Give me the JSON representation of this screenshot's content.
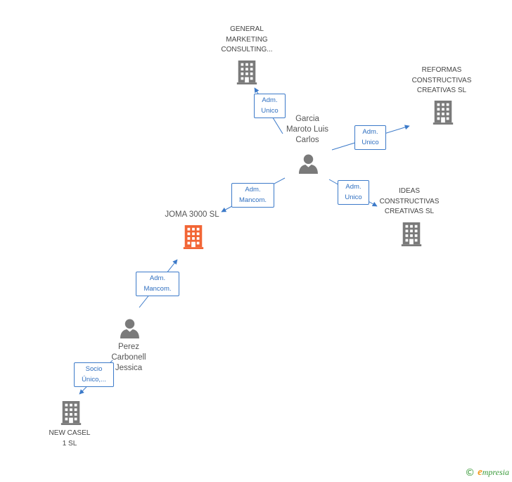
{
  "colors": {
    "building": "#7a7a7a",
    "building_focus": "#f26535",
    "person": "#7a7a7a",
    "edge": "#3c7ac9",
    "brand": "#3a9a3a",
    "brand_accent": "#f29a1f"
  },
  "nodes": {
    "general": {
      "label_lines": [
        "GENERAL",
        "MARKETING",
        "CONSULTING..."
      ],
      "icon": "building-icon"
    },
    "reformas": {
      "label_lines": [
        "REFORMAS",
        "CONSTRUCTIVAS",
        "CREATIVAS SL"
      ],
      "icon": "building-icon"
    },
    "garcia": {
      "label_lines": [
        "Garcia",
        "Maroto Luis",
        "Carlos"
      ],
      "icon": "person-icon"
    },
    "ideas": {
      "label_lines": [
        "IDEAS",
        "CONSTRUCTIVAS",
        "CREATIVAS SL"
      ],
      "icon": "building-icon"
    },
    "joma": {
      "label_lines": [
        "JOMA 3000 SL"
      ],
      "icon": "building-icon"
    },
    "perez": {
      "label_lines": [
        "Perez",
        "Carbonell",
        "Jessica"
      ],
      "icon": "person-icon"
    },
    "newcasel": {
      "label_lines": [
        "NEW CASEL",
        "1 SL"
      ],
      "icon": "building-icon"
    }
  },
  "edges": {
    "garcia_general": {
      "label_lines": [
        "Adm.",
        "Unico"
      ]
    },
    "garcia_reformas": {
      "label_lines": [
        "Adm.",
        "Unico"
      ]
    },
    "garcia_ideas": {
      "label_lines": [
        "Adm.",
        "Unico"
      ]
    },
    "garcia_joma": {
      "label_lines": [
        "Adm.",
        "Mancom."
      ]
    },
    "perez_joma": {
      "label_lines": [
        "Adm.",
        "Mancom."
      ]
    },
    "perez_newcasel": {
      "label_lines": [
        "Socio",
        "Único,..."
      ]
    }
  },
  "brand": {
    "copyright": "©",
    "first_letter": "e",
    "rest": "mpresia"
  }
}
